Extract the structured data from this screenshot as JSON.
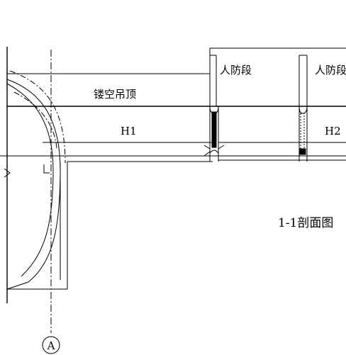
{
  "labels": {
    "civil_defense_left": "人防段",
    "civil_defense_right": "人防段",
    "suspended_ceiling": "镂空吊顶",
    "height_left": "H1",
    "height_right": "H2",
    "section_title": "1-1剖面图",
    "axis_marker": "A"
  },
  "colors": {
    "line": "#000000",
    "background": "#ffffff"
  }
}
